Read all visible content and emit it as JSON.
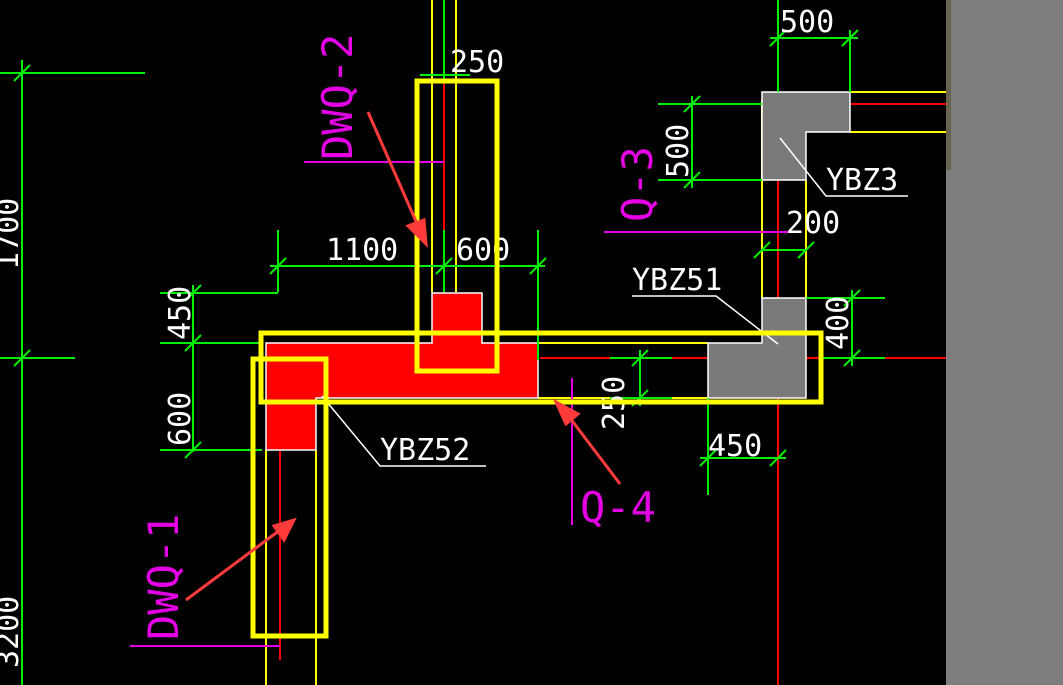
{
  "colors": {
    "background": "#000000",
    "dimension_line": "#00ee00",
    "wall_outline": "#ffff00",
    "wall_axis": "#ff0000",
    "column_fill": "#ff0000",
    "column_fill_other": "#7a7a7a",
    "wall_label": "#e400e4",
    "highlight_box": "#ffff00",
    "arrow": "#ff3b3b",
    "side_panel": "#7d7d7d"
  },
  "dimensions": {
    "d500_top": "500",
    "d250": "250",
    "d500_vert": "500",
    "d200": "200",
    "d1100": "1100",
    "d600_horiz": "600",
    "d450_vert": "450",
    "d600_vert": "600",
    "d400": "400",
    "d250_vert": "250",
    "d450_bottom": "450",
    "d1700_partial": "1700",
    "d3200_partial": "3200"
  },
  "columns": {
    "ybz3": "YBZ3",
    "ybz51": "YBZ51",
    "ybz52": "YBZ52"
  },
  "walls": {
    "dwq2": "DWQ-2",
    "dwq1": "DWQ-1",
    "q3": "Q-3",
    "q4": "Q-4"
  }
}
